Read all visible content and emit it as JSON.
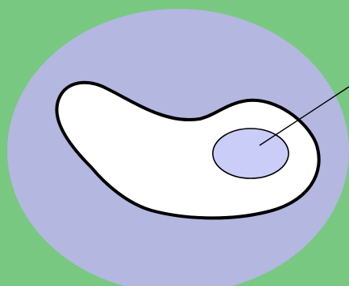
{
  "colors": {
    "background": "#76c97f",
    "background_texture": "#8bd191",
    "outer_region": "#b4b7e0",
    "shape_fill": "#ffffff",
    "shape_outline": "#000000",
    "inner_ellipse": "#c9cdf8",
    "pointer_line": "#000000"
  },
  "diagram": {
    "elements": [
      {
        "role": "outer-region",
        "shape": "ellipse"
      },
      {
        "role": "bean-shape",
        "shape": "closed-curve"
      },
      {
        "role": "inner-region",
        "shape": "ellipse"
      },
      {
        "role": "pointer",
        "shape": "line",
        "target": "inner-region"
      }
    ]
  }
}
